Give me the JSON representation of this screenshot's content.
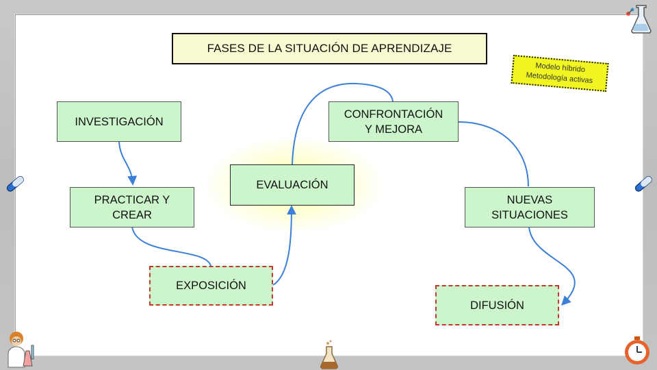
{
  "title": "FASES DE LA SITUACIÓN DE APRENDIZAJE",
  "note": {
    "line1": "Modelo híbrido",
    "line2": "Metodología activas"
  },
  "nodes": {
    "investigacion": "INVESTIGACIÓN",
    "practicar": "PRACTICAR Y\nCREAR",
    "exposicion": "EXPOSICIÓN",
    "evaluacion": "EVALUACIÓN",
    "confrontacion": "CONFRONTACIÓN\nY MEJORA",
    "nuevas": "NUEVAS\nSITUACIONES",
    "difusion": "DIFUSIÓN"
  },
  "colors": {
    "node_fill": "#ccf5cc",
    "dashed_border": "#c0392b",
    "title_fill": "#fafad2",
    "note_fill": "#f1f520",
    "connector": "#3b7fd9"
  },
  "icons": [
    "lab-flask-icon",
    "test-tube-icon",
    "scientist-icon",
    "erlenmeyer-flask-icon",
    "stopwatch-icon"
  ]
}
